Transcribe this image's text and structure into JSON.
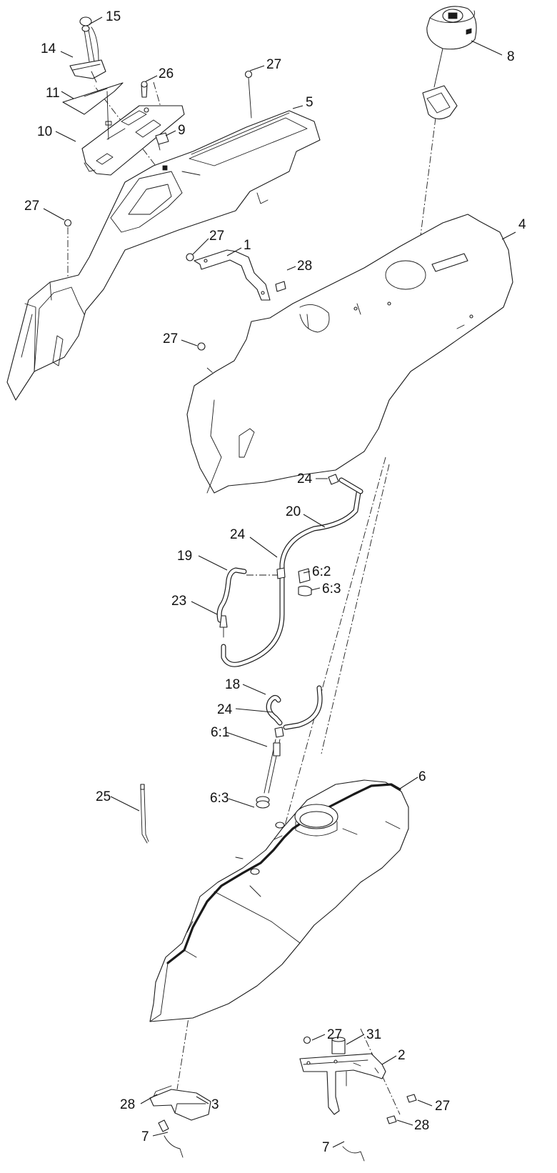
{
  "labels": {
    "p1": "1",
    "p2": "2",
    "p3": "3",
    "p4": "4",
    "p5": "5",
    "p6": "6",
    "p6_1": "6:1",
    "p6_2": "6:2",
    "p6_3a": "6:3",
    "p6_3b": "6:3",
    "p7a": "7",
    "p7b": "7",
    "p8": "8",
    "p9": "9",
    "p10": "10",
    "p11": "11",
    "p14": "14",
    "p15": "15",
    "p18": "18",
    "p19": "19",
    "p20": "20",
    "p23": "23",
    "p24a": "24",
    "p24b": "24",
    "p24c": "24",
    "p25": "25",
    "p26": "26",
    "p27a": "27",
    "p27b": "27",
    "p27c": "27",
    "p27d": "27",
    "p27e": "27",
    "p27f": "27",
    "p28a": "28",
    "p28b": "28",
    "p28c": "28",
    "p31": "31"
  }
}
